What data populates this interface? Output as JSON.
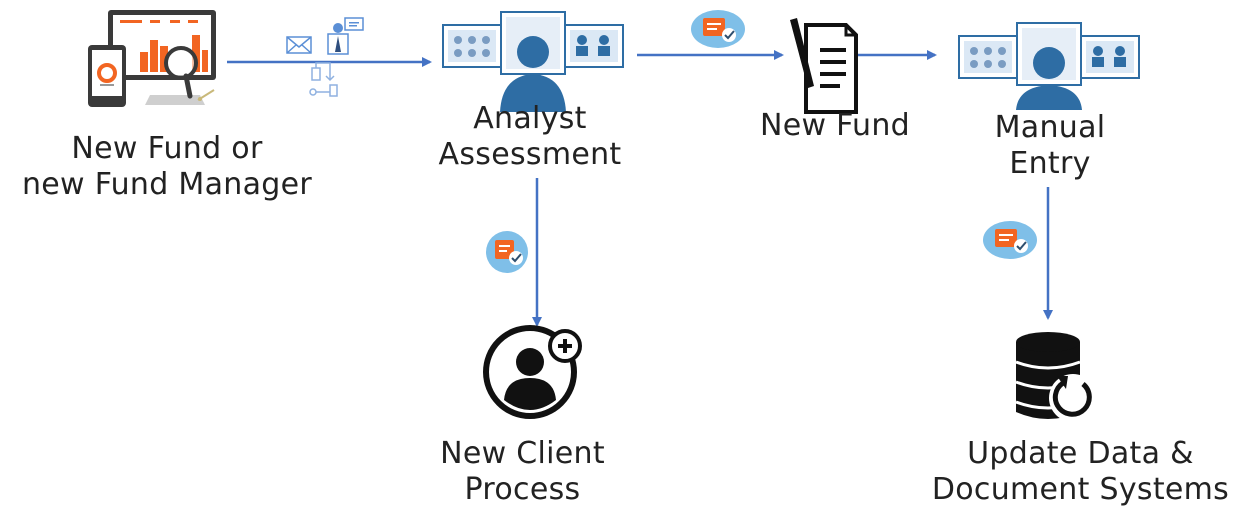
{
  "nodes": {
    "new_fund_or_manager": {
      "line1": "New Fund or",
      "line2": "new Fund Manager"
    },
    "analyst_assessment": {
      "line1": "Analyst",
      "line2": "Assessment"
    },
    "new_fund": {
      "line1": "New Fund"
    },
    "manual_entry": {
      "line1": "Manual",
      "line2": "Entry"
    },
    "new_client_process": {
      "line1": "New Client",
      "line2": "Process"
    },
    "update_data_systems": {
      "line1": "Update Data &",
      "line2": "Document Systems"
    }
  },
  "colors": {
    "arrow": "#4472c4",
    "accent_orange": "#f26522",
    "icon_blue": "#2e6da4",
    "badge_blue": "#7fbfe8",
    "text": "#222222"
  },
  "icons": {
    "new_fund_or_manager": "analytics-devices-icon",
    "email_person": "email-to-person-icon",
    "workflow": "workflow-icon",
    "analyst": "analyst-screens-icon",
    "new_fund": "document-pen-icon",
    "manual_entry": "analyst-screens-icon",
    "new_client": "add-user-icon",
    "update_data": "database-refresh-icon",
    "approval": "approved-document-badge-icon"
  }
}
